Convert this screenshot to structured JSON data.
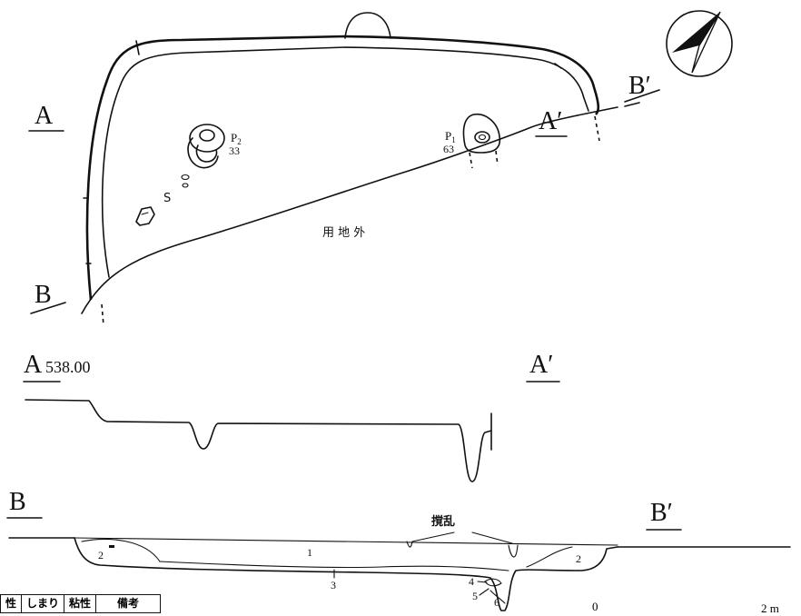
{
  "plan": {
    "section_a_start": "A",
    "section_a_end": "A′",
    "section_b_start": "B",
    "section_b_end": "B′",
    "pit_p1_label": "P",
    "pit_p1_sub": "1",
    "pit_p1_depth": "63",
    "pit_p2_label": "P",
    "pit_p2_sub": "2",
    "pit_p2_depth": "33",
    "stone_label": "S",
    "outside_site_label": "用 地 外"
  },
  "section_a": {
    "start_label": "A",
    "elevation": "538.00",
    "end_label": "A′"
  },
  "section_b": {
    "start_label": "B",
    "end_label": "B′",
    "disturbance_label": "撹乱",
    "layers": [
      "1",
      "2",
      "2",
      "3",
      "4",
      "5",
      "6"
    ]
  },
  "legend_table": {
    "columns": [
      "性",
      "しまり",
      "粘性",
      "備考"
    ]
  },
  "scale": {
    "zero": "0",
    "max": "2 m"
  }
}
